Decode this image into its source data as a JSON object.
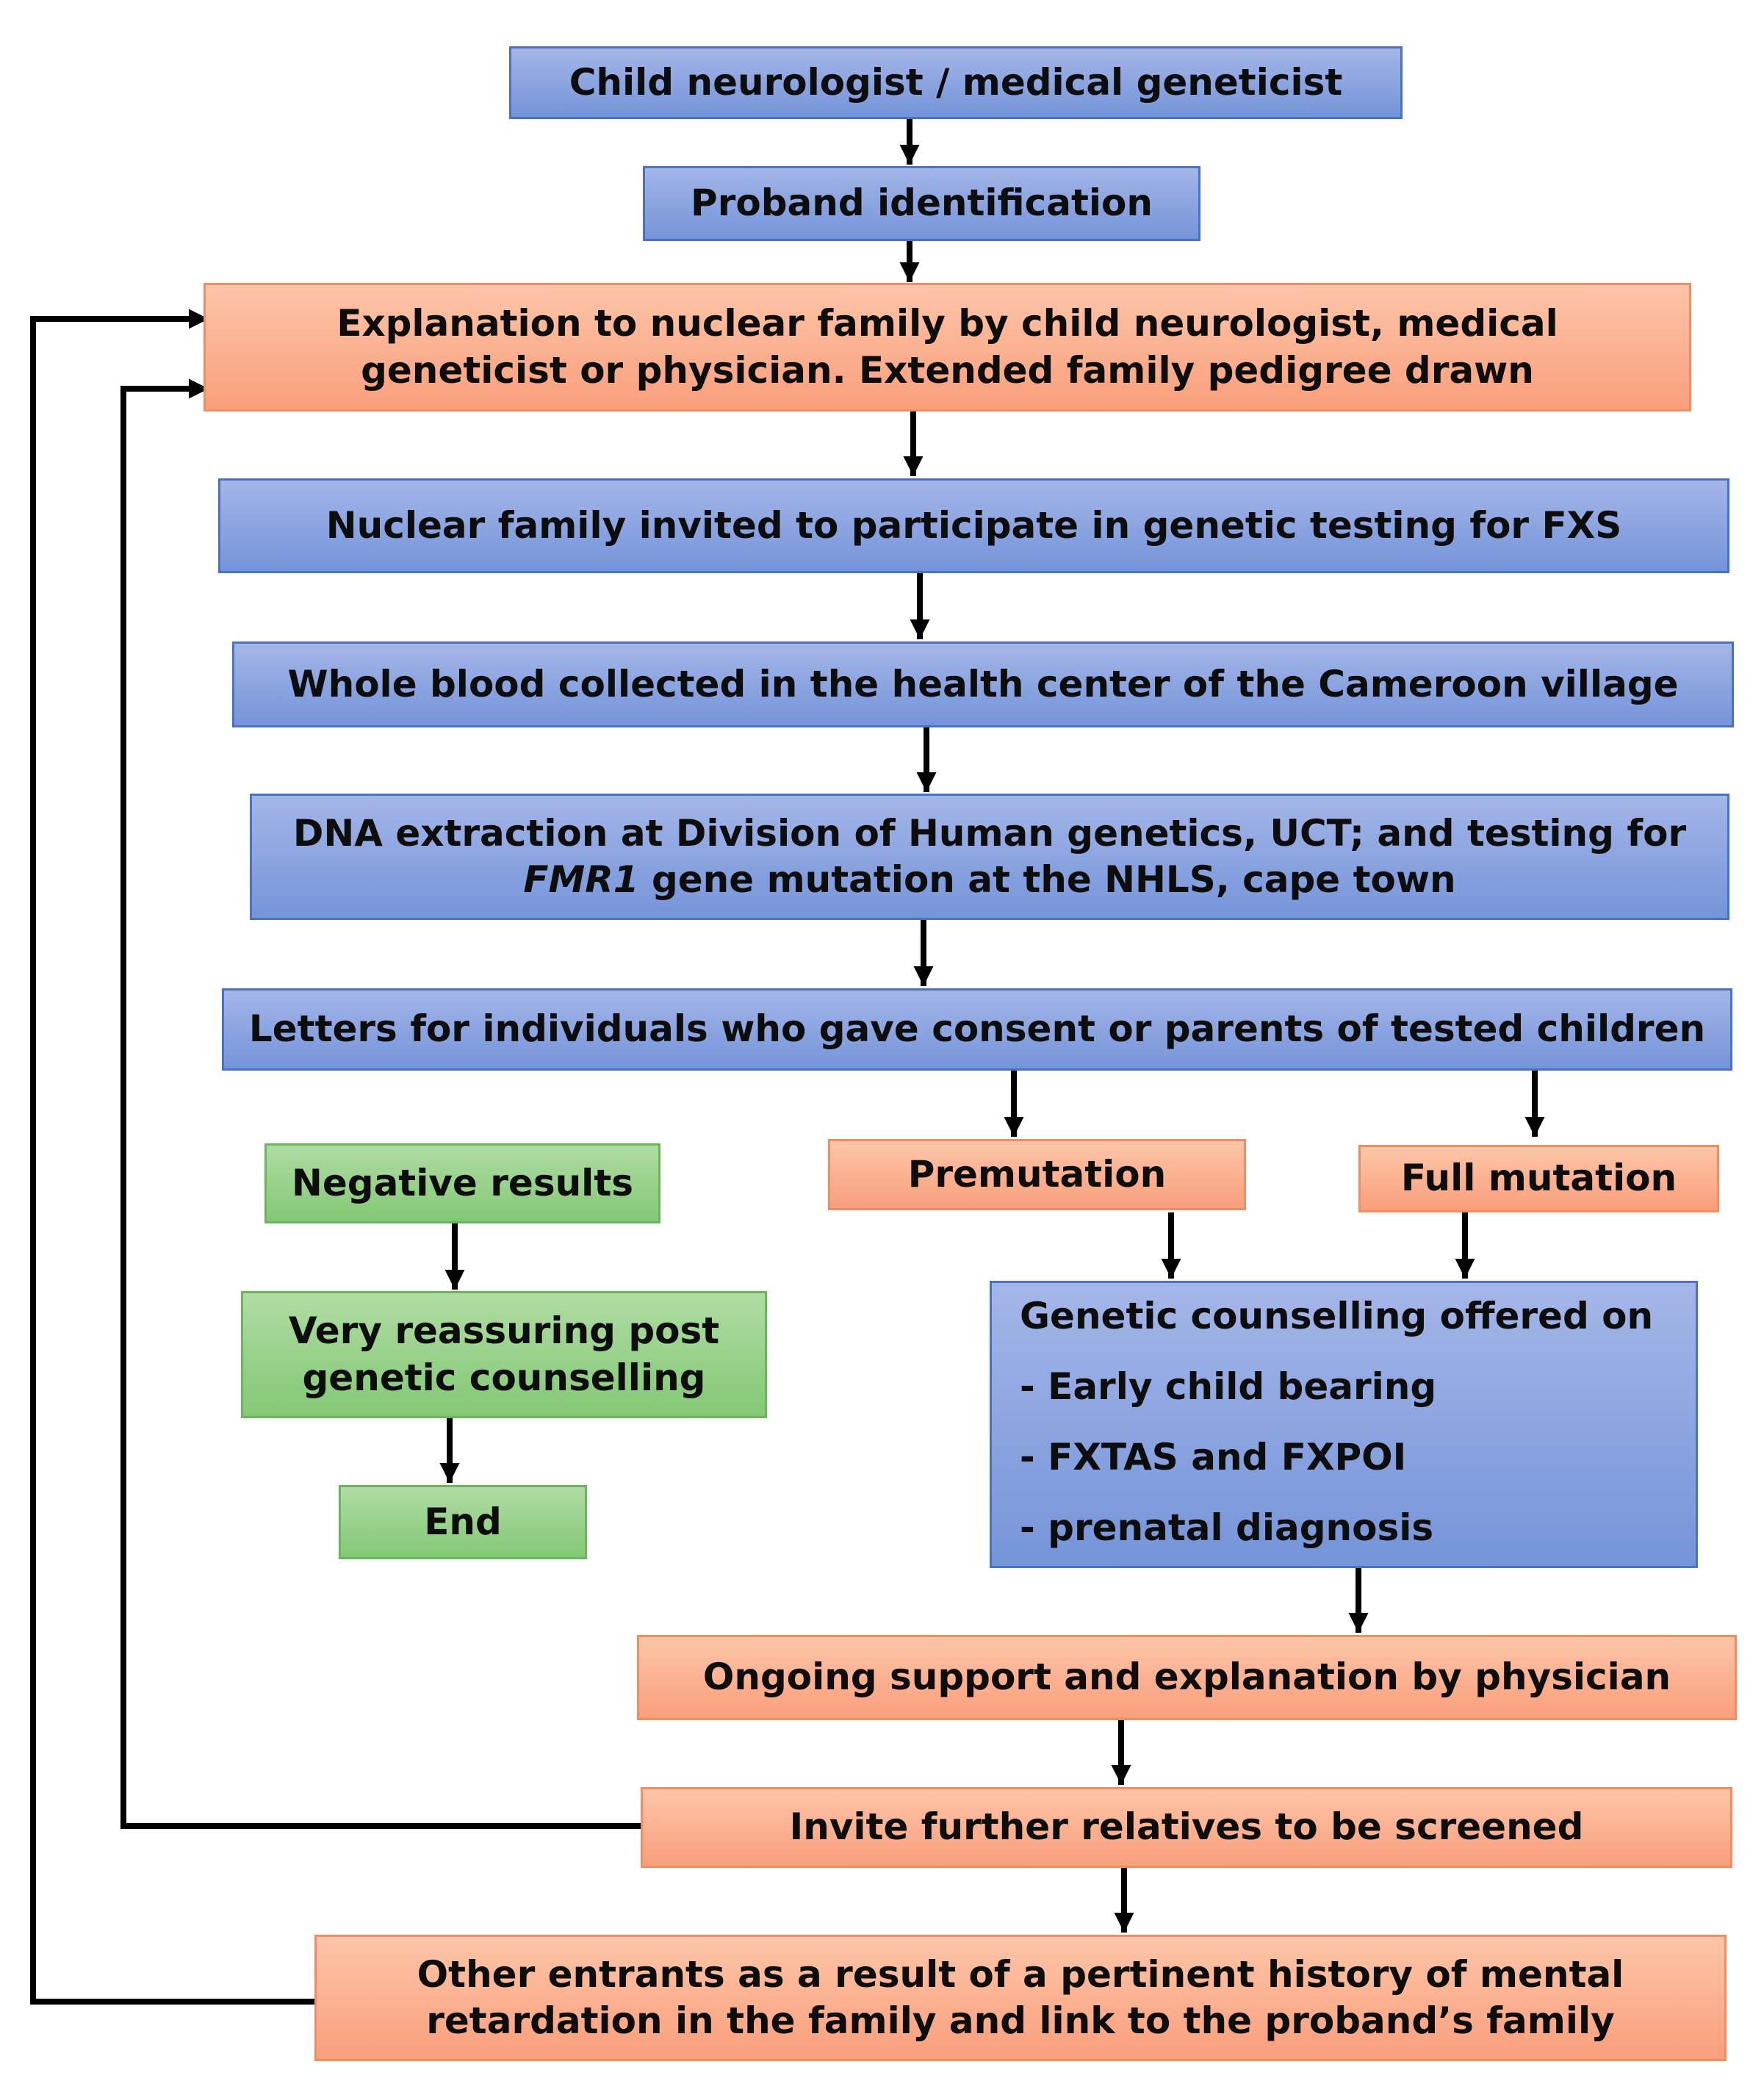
{
  "diagram": {
    "colors": {
      "blue_fill": "#8aa3e0",
      "blue_border": "#4a72c4",
      "orange_fill": "#fbb090",
      "orange_border": "#ef8e62",
      "green_fill": "#97d18a",
      "green_border": "#6bb65c",
      "connector": "#000000"
    },
    "nodes": {
      "child_neurologist": {
        "line1": "Child neurologist / medical geneticist"
      },
      "proband_identification": {
        "line1": "Proband identification"
      },
      "explanation": {
        "line1": "Explanation to nuclear family by child neurologist, medical",
        "line2": "geneticist or physician. Extended family pedigree drawn"
      },
      "nuclear_invited": {
        "line1": "Nuclear family invited to participate in genetic testing for FXS"
      },
      "whole_blood": {
        "line1": "Whole blood collected in the health center of the Cameroon village"
      },
      "dna_extraction": {
        "line1": "DNA extraction at Division of Human genetics, UCT; and testing for",
        "line2_gene": "FMR1",
        "line2_rest": " gene mutation at the NHLS, cape town"
      },
      "letters": {
        "line1": "Letters for individuals who gave consent or parents of tested children"
      },
      "negative_results": {
        "line1": "Negative results"
      },
      "premutation": {
        "line1": "Premutation"
      },
      "full_mutation": {
        "line1": "Full mutation"
      },
      "reassuring": {
        "line1": "Very reassuring post",
        "line2": "genetic counselling"
      },
      "end": {
        "line1": "End"
      },
      "counselling": {
        "heading": "Genetic counselling offered on",
        "items": [
          "- Early child bearing",
          "- FXTAS and FXPOI",
          "- prenatal diagnosis"
        ]
      },
      "ongoing_support": {
        "line1": "Ongoing support and explanation by physician"
      },
      "invite_relatives": {
        "line1": "Invite further relatives to be screened"
      },
      "other_entrants": {
        "line1": "Other entrants as a result of a pertinent history of mental",
        "line2": "retardation in the family and link to the proband’s family"
      }
    }
  }
}
